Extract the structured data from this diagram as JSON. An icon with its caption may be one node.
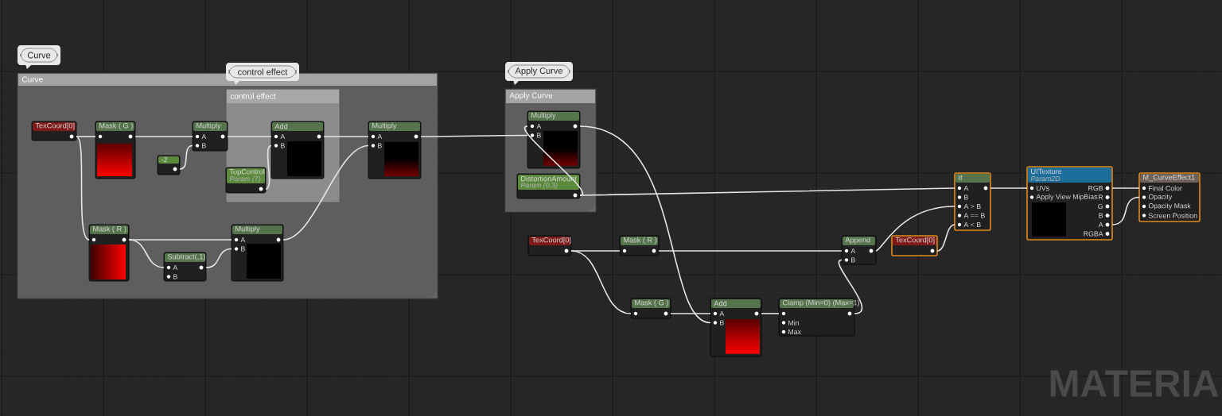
{
  "diagram": {
    "nodes": [
      {
        "text": [
          "Curve",
          "Curve"
        ]
      },
      {
        "text": [
          "control effect",
          "control effect"
        ],
        "in": 0
      },
      {
        "text": [
          "TexCoord[0]"
        ],
        "in": 0
      },
      {
        "text": [
          "Mask ( G )"
        ],
        "in": 0
      },
      {
        "text": [
          "Multiply",
          "A",
          "B"
        ],
        "in": 0
      },
      {
        "text": [
          "-2"
        ],
        "in": 0
      },
      {
        "text": [
          "Add",
          "A",
          "B"
        ],
        "in": 1
      },
      {
        "text": [
          "TopControl",
          "Param (7)"
        ],
        "in": 1
      },
      {
        "text": [
          "Multiply",
          "A",
          "B"
        ],
        "in": 0
      },
      {
        "text": [
          "Mask ( R )"
        ],
        "in": 0
      },
      {
        "text": [
          "Subtract(,1)",
          "A",
          "B"
        ],
        "in": 0
      },
      {
        "text": [
          "Multiply",
          "A",
          "B"
        ],
        "in": 0
      },
      {
        "text": [
          "Apply Curve",
          "Apply Curve"
        ]
      },
      {
        "text": [
          "Multiply",
          "A",
          "B"
        ],
        "in": 12
      },
      {
        "text": [
          "DistortionAmount",
          "Param (0.3)"
        ],
        "in": 12
      },
      {
        "text": [
          "TexCoord[0]"
        ]
      },
      {
        "text": [
          "Mask ( R )"
        ]
      },
      {
        "text": [
          "Mask ( G )"
        ]
      },
      {
        "text": [
          "Add",
          "A",
          "B"
        ]
      },
      {
        "text": [
          "Clamp (Min=0) (Max=1)",
          "Min",
          "Max"
        ]
      },
      {
        "text": [
          "Append",
          "A",
          "B"
        ]
      },
      {
        "text": [
          "TexCoord[0]"
        ]
      },
      {
        "text": [
          "If",
          "A",
          "B",
          "A > B",
          "A == B",
          "A < B"
        ]
      },
      {
        "text": [
          "UITexture",
          "Param2D",
          "UVs",
          "Apply View MipBias",
          "RGB",
          "R",
          "G",
          "B",
          "A",
          "RGBA"
        ]
      },
      {
        "text": [
          "M_CurveEffect1",
          "Final Color",
          "Opacity",
          "Opacity Mask",
          "Screen Position"
        ]
      }
    ],
    "edges": [
      {
        "from": 2,
        "to": 3,
        "arrow": "none"
      },
      {
        "from": 2,
        "to": 9,
        "arrow": "none"
      },
      {
        "from": 3,
        "to": 4,
        "arrow": "none"
      },
      {
        "from": 5,
        "to": 4,
        "arrow": "none"
      },
      {
        "from": 4,
        "to": 6,
        "arrow": "none"
      },
      {
        "from": 7,
        "to": 6,
        "arrow": "none"
      },
      {
        "from": 6,
        "to": 8,
        "arrow": "none"
      },
      {
        "from": 11,
        "to": 8,
        "arrow": "none"
      },
      {
        "from": 9,
        "to": 11,
        "arrow": "none"
      },
      {
        "from": 9,
        "to": 10,
        "arrow": "none"
      },
      {
        "from": 10,
        "to": 11,
        "arrow": "none"
      },
      {
        "from": 8,
        "to": 13,
        "arrow": "none"
      },
      {
        "from": 14,
        "to": 13,
        "arrow": "none"
      },
      {
        "from": 13,
        "to": 18,
        "arrow": "none"
      },
      {
        "from": 14,
        "to": 22,
        "arrow": "none"
      },
      {
        "from": 15,
        "to": 16,
        "arrow": "none"
      },
      {
        "from": 15,
        "to": 17,
        "arrow": "none"
      },
      {
        "from": 16,
        "to": 20,
        "arrow": "none"
      },
      {
        "from": 17,
        "to": 18,
        "arrow": "none"
      },
      {
        "from": 18,
        "to": 19,
        "arrow": "none"
      },
      {
        "from": 19,
        "to": 20,
        "arrow": "none"
      },
      {
        "from": 20,
        "to": 22,
        "arrow": "none"
      },
      {
        "from": 21,
        "to": 22,
        "arrow": "none"
      },
      {
        "from": 22,
        "to": 23,
        "arrow": "none"
      },
      {
        "from": 23,
        "to": 24,
        "arrow": "none"
      },
      {
        "from": 23,
        "to": 24,
        "arrow": "none"
      }
    ],
    "labels": [
      "MATERIA"
    ]
  }
}
